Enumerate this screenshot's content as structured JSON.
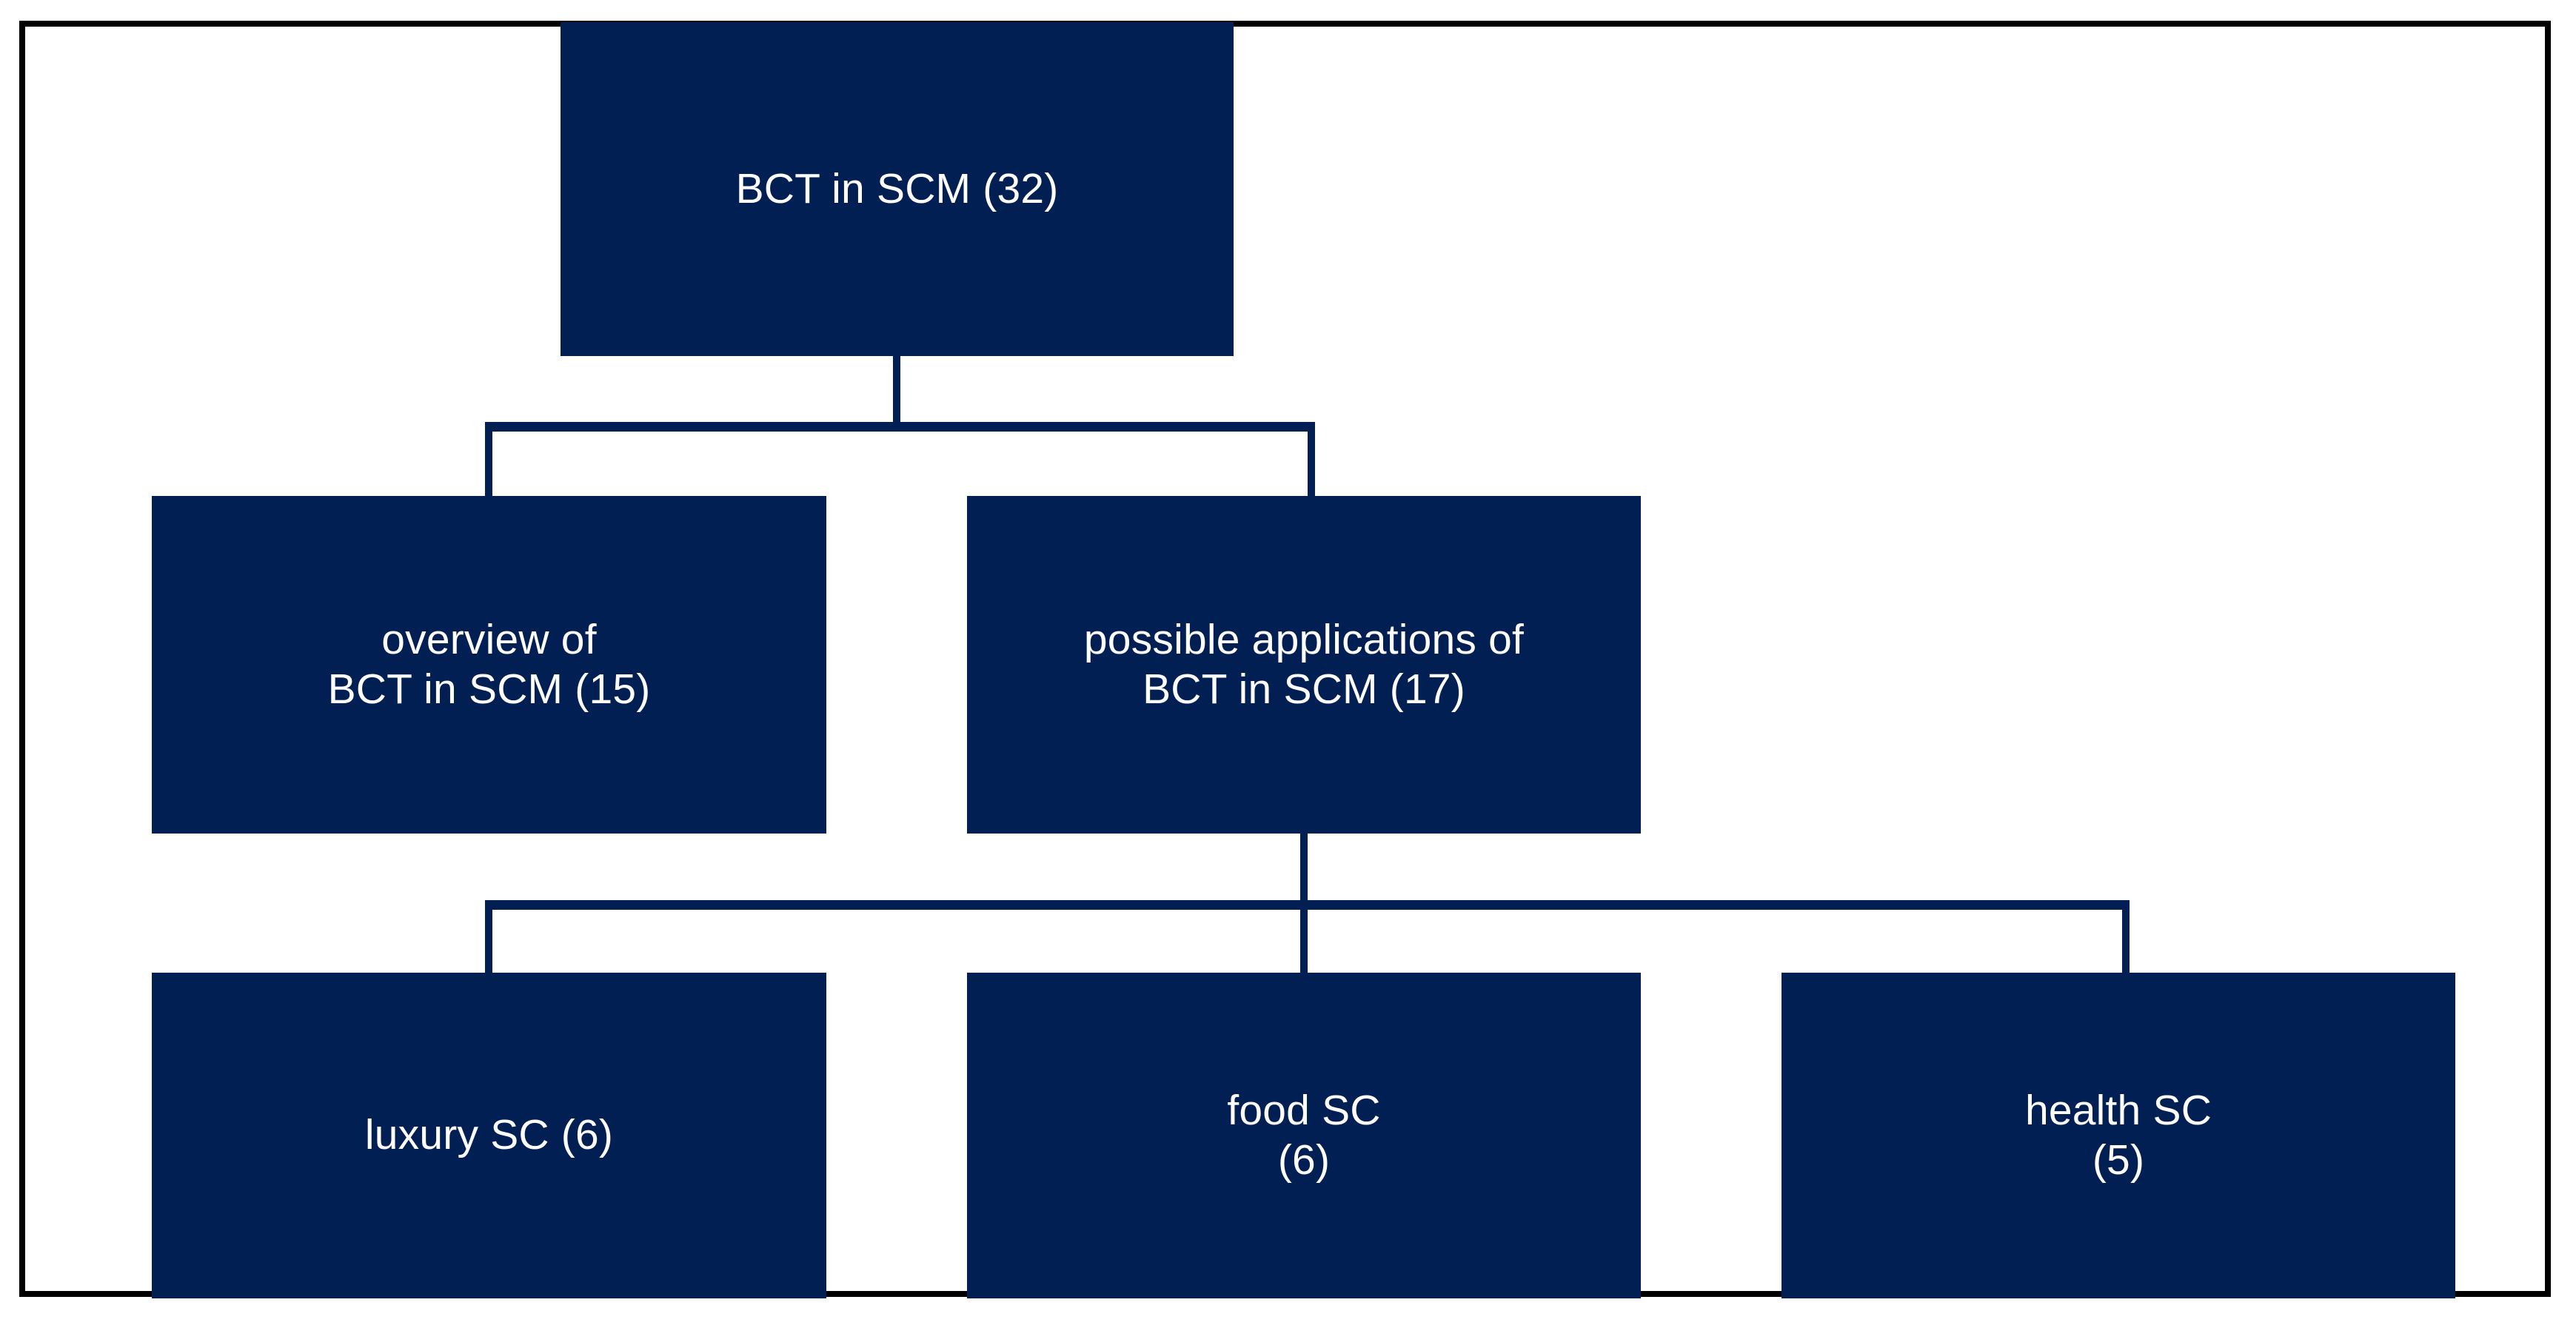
{
  "diagram": {
    "type": "hierarchy-tree",
    "orientation": "top-down",
    "levels": 3,
    "colors": {
      "node_fill": "#021F54",
      "node_text": "#FFFFFF",
      "connector": "#021F54",
      "frame_border": "#000000",
      "background": "#FFFFFF"
    },
    "nodes": {
      "root": {
        "label": "BCT in SCM (32)",
        "count": 32,
        "level": 1
      },
      "overview": {
        "label": "overview of\nBCT in SCM (15)",
        "count": 15,
        "level": 2
      },
      "applications": {
        "label": "possible applications of\nBCT in SCM (17)",
        "count": 17,
        "level": 2
      },
      "luxury": {
        "label": "luxury SC (6)",
        "count": 6,
        "level": 3
      },
      "food": {
        "label": "food SC\n(6)",
        "count": 6,
        "level": 3
      },
      "health": {
        "label": "health SC\n(5)",
        "count": 5,
        "level": 3
      }
    },
    "edges": [
      {
        "from": "root",
        "to": "overview"
      },
      {
        "from": "root",
        "to": "applications"
      },
      {
        "from": "applications",
        "to": "luxury"
      },
      {
        "from": "applications",
        "to": "food"
      },
      {
        "from": "applications",
        "to": "health"
      }
    ]
  }
}
